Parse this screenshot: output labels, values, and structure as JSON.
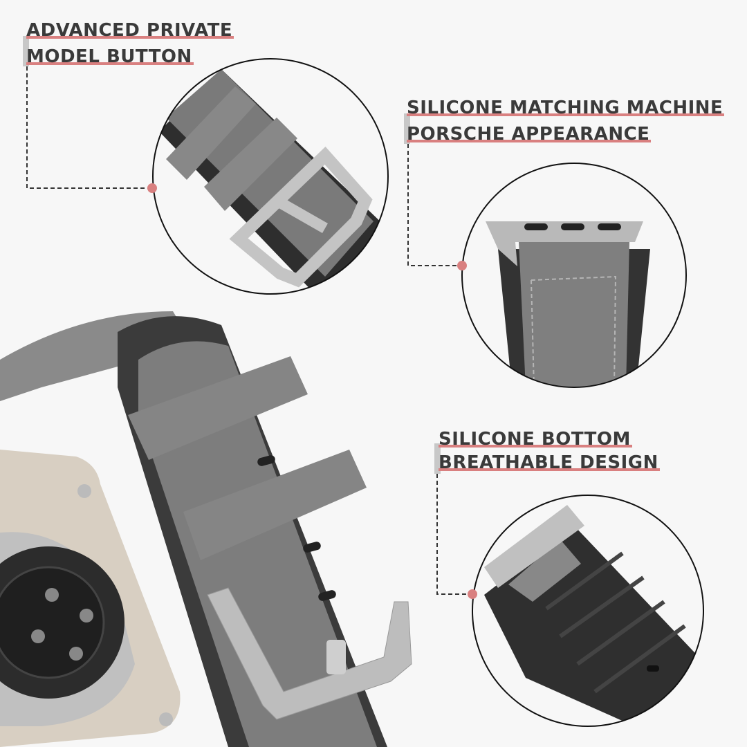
{
  "callouts": [
    {
      "lines": [
        "ADVANCED PRIVATE",
        "MODEL BUTTON"
      ]
    },
    {
      "lines": [
        "SILICONE MATCHING MACHINE",
        "PORSCHE APPEARANCE"
      ]
    },
    {
      "lines": [
        "SILICONE BOTTOM",
        "BREATHABLE DESIGN"
      ]
    }
  ],
  "colors": {
    "accent": "#d98080",
    "text": "#3a3a3a",
    "leather": "#7c7c7c",
    "silicone": "#3a3a3a"
  }
}
